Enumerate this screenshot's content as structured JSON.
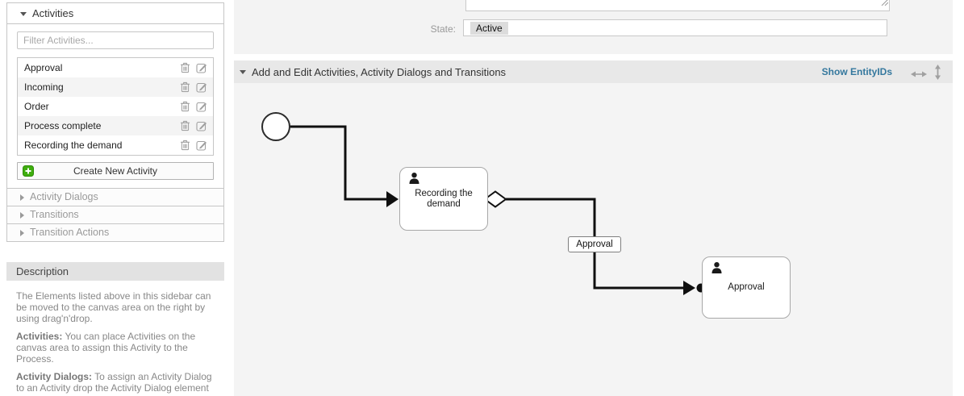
{
  "sidebar": {
    "activities": {
      "title": "Activities",
      "filter_placeholder": "Filter Activities...",
      "items": [
        {
          "label": "Approval"
        },
        {
          "label": "Incoming"
        },
        {
          "label": "Order"
        },
        {
          "label": "Process complete"
        },
        {
          "label": "Recording the demand"
        }
      ],
      "create_label": "Create New Activity"
    },
    "collapsed_sections": [
      {
        "label": "Activity Dialogs"
      },
      {
        "label": "Transitions"
      },
      {
        "label": "Transition Actions"
      }
    ],
    "description": {
      "title": "Description",
      "paragraphs": [
        {
          "bold": "",
          "text": "The Elements listed above in this sidebar can be moved to the canvas area on the right by using drag'n'drop."
        },
        {
          "bold": "Activities:",
          "text": " You can place Activities on the canvas area to assign this Activity to the Process."
        },
        {
          "bold": "Activity Dialogs:",
          "text": " To assign an Activity Dialog to an Activity drop the Activity Dialog element"
        }
      ]
    }
  },
  "form": {
    "state_label": "State:",
    "state_value": "Active"
  },
  "canvas_section": {
    "title": "Add and Edit Activities, Activity Dialogs and Transitions",
    "show_entity_ids_label": "Show EntityIDs"
  },
  "diagram": {
    "start_event": "start-circle",
    "nodes": [
      {
        "id": "recording-the-demand",
        "label": "Recording the demand"
      },
      {
        "id": "approval",
        "label": "Approval"
      }
    ],
    "edges": [
      {
        "from": "start",
        "to": "recording-the-demand"
      },
      {
        "from": "recording-the-demand",
        "to": "approval",
        "label": "Approval"
      }
    ],
    "transition_label": "Approval"
  },
  "icons": {
    "trash": "trash-can outline",
    "edit": "pencil-square outline",
    "add": "green plus square",
    "resize_grip": "diagonal grip lines",
    "extend_width": "horizontal double arrow",
    "extend_height": "vertical double arrow",
    "person": "black user silhouette"
  },
  "colors": {
    "accent_green": "#3fae0f",
    "link_blue": "#35789e",
    "panel_gray": "#f3f3f3",
    "header_gray": "#e8e8e8",
    "chip_gray": "#dcdcdc",
    "connector_black": "#0f0f0f"
  }
}
